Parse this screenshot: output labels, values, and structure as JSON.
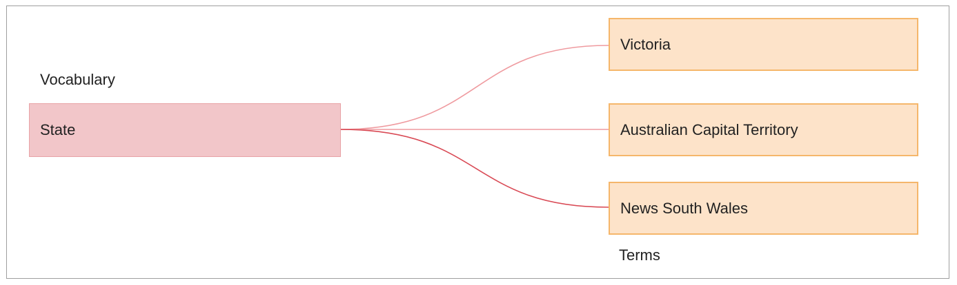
{
  "diagram": {
    "vocabulary_label": "Vocabulary",
    "terms_label": "Terms",
    "vocabulary": {
      "label": "State",
      "fill": "#f2c6c9",
      "border": "#e8a2a6"
    },
    "terms": [
      {
        "label": "Victoria"
      },
      {
        "label": "Australian Capital Territory"
      },
      {
        "label": "News South Wales"
      }
    ],
    "term_fill": "#fde3c9",
    "term_border": "#f5b66a",
    "connector_colors": [
      "#ef9a9f",
      "#ef9a9f",
      "#d94a55"
    ]
  }
}
